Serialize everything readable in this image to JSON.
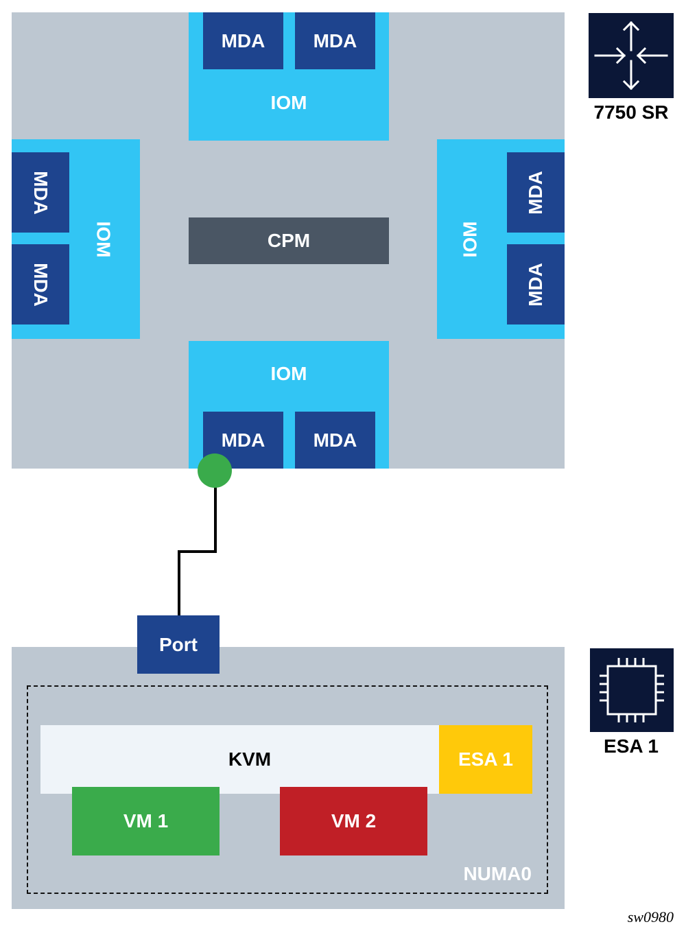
{
  "router": {
    "cpm_label": "CPM",
    "top_iom": {
      "label": "IOM",
      "mdas": [
        "MDA",
        "MDA"
      ]
    },
    "left_iom": {
      "label": "IOM",
      "mdas": [
        "MDA",
        "MDA"
      ]
    },
    "right_iom": {
      "label": "IOM",
      "mdas": [
        "MDA",
        "MDA"
      ]
    },
    "bottom_iom": {
      "label": "IOM",
      "mdas": [
        "MDA",
        "MDA"
      ]
    }
  },
  "server": {
    "port_label": "Port",
    "kvm_label": "KVM",
    "esa_label": "ESA 1",
    "vm1_label": "VM 1",
    "vm2_label": "VM 2",
    "numa_label": "NUMA0"
  },
  "legend": {
    "router_icon": "router-arrows-icon",
    "router_label": "7750 SR",
    "esa_icon": "chip-icon",
    "esa_label": "ESA 1"
  },
  "colors": {
    "chassis": "#bdc7d1",
    "iom": "#32c5f4",
    "mda": "#1e448e",
    "cpm": "#4a5664",
    "kvm": "#eff4f9",
    "esa": "#ffc90a",
    "vm1": "#3aab4b",
    "vm2": "#c01f26",
    "connector": "#3aab4b",
    "icon_bg": "#0b1737"
  },
  "figure_id": "sw0980"
}
